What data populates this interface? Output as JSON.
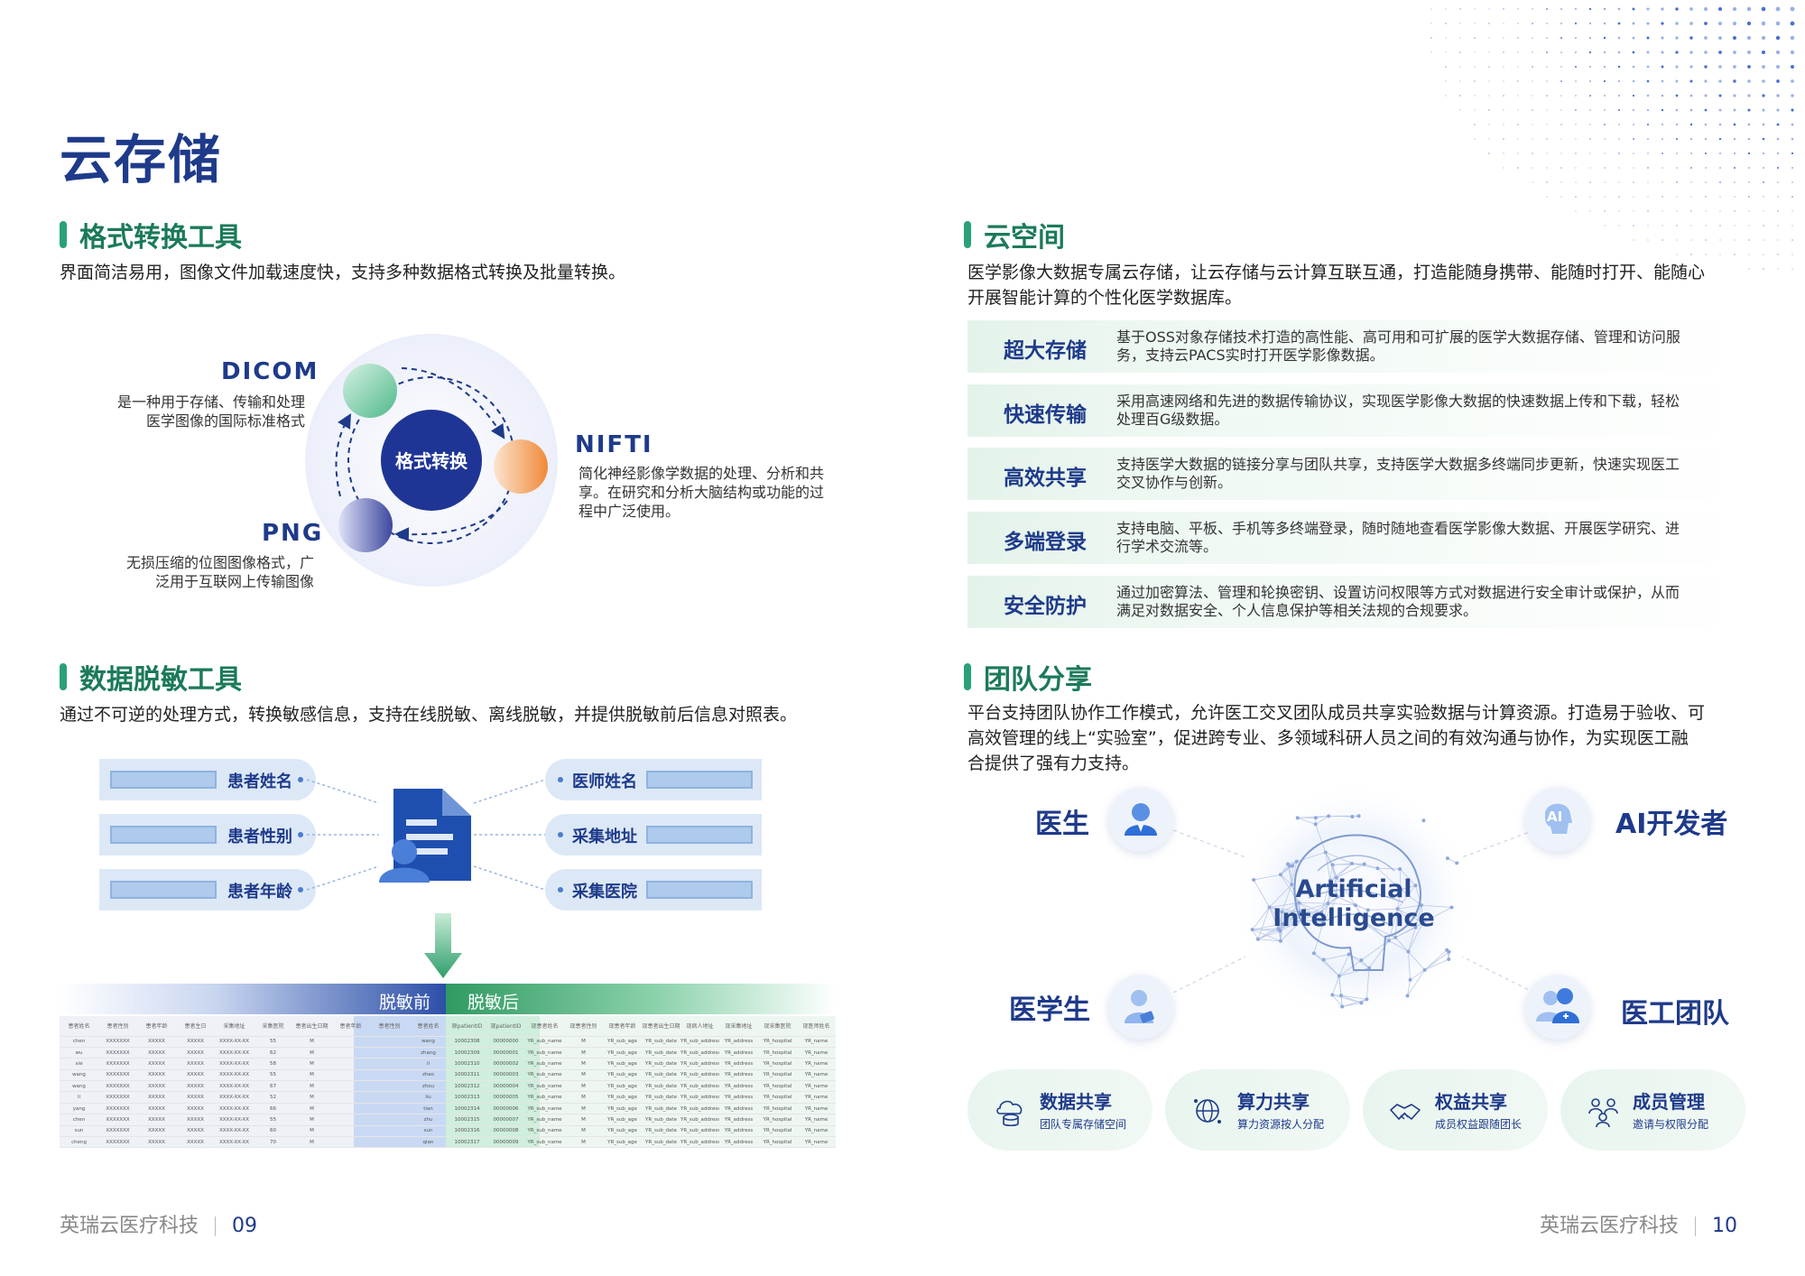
{
  "page_title": "云存储",
  "format_tool": {
    "title": "格式转换工具",
    "desc": "界面简洁易用，图像文件加载速度快，支持多种数据格式转换及批量转换。",
    "center_label": "格式转换",
    "formats": [
      {
        "name": "DICOM",
        "desc_lines": [
          "是一种用于存储、传输和处理",
          "医学图像的国际标准格式"
        ]
      },
      {
        "name": "NIFTI",
        "desc_lines": [
          "简化神经影像学数据的处理、分析和共",
          "享。在研究和分析大脑结构或功能的过",
          "程中广泛使用。"
        ]
      },
      {
        "name": "PNG",
        "desc_lines": [
          "无损压缩的位图图像格式，广",
          "泛用于互联网上传输图像"
        ]
      }
    ]
  },
  "deid_tool": {
    "title": "数据脱敏工具",
    "desc": "通过不可逆的处理方式，转换敏感信息，支持在线脱敏、离线脱敏，并提供脱敏前后信息对照表。",
    "left_fields": [
      "患者姓名",
      "患者性别",
      "患者年龄"
    ],
    "right_fields": [
      "医师姓名",
      "采集地址",
      "采集医院"
    ],
    "before_label": "脱敏前",
    "after_label": "脱敏后",
    "table_headers": [
      "患者姓名",
      "患者性别",
      "患者年龄",
      "患者生日",
      "采集地址",
      "采集医院",
      "患者出生日期",
      "患者年龄",
      "患者性别",
      "患者姓名",
      "原patientID",
      "现patientID",
      "现患者姓名",
      "现患者性别",
      "现患者年龄",
      "现患者出生日期",
      "现病人地址",
      "现采集地址",
      "现采集医院",
      "现医师姓名"
    ],
    "table_rows": [
      [
        "chen",
        "XXXXXXX",
        "XXXXX",
        "XXXXX",
        "XXXX-XX-XX",
        "55",
        "M",
        "wang",
        "10002308",
        "00000000",
        "YR_sub_name",
        "M",
        "YR_sub_age",
        "YR_sub_date",
        "YR_sub_address",
        "YR_address",
        "YR_hospital",
        "YR_name"
      ],
      [
        "wu",
        "XXXXXXX",
        "XXXXX",
        "XXXXX",
        "XXXX-XX-XX",
        "62",
        "M",
        "zhang",
        "10002309",
        "00000001",
        "YR_sub_name",
        "M",
        "YR_sub_age",
        "YR_sub_date",
        "YR_sub_address",
        "YR_address",
        "YR_hospital",
        "YR_name"
      ],
      [
        "xie",
        "XXXXXXX",
        "XXXXX",
        "XXXXX",
        "XXXX-XX-XX",
        "58",
        "M",
        "li",
        "10002310",
        "00000002",
        "YR_sub_name",
        "M",
        "YR_sub_age",
        "YR_sub_date",
        "YR_sub_address",
        "YR_address",
        "YR_hospital",
        "YR_name"
      ],
      [
        "wang",
        "XXXXXXX",
        "XXXXX",
        "XXXXX",
        "XXXX-XX-XX",
        "55",
        "M",
        "zhao",
        "10002311",
        "00000003",
        "YR_sub_name",
        "M",
        "YR_sub_age",
        "YR_sub_date",
        "YR_sub_address",
        "YR_address",
        "YR_hospital",
        "YR_name"
      ],
      [
        "wang",
        "XXXXXXX",
        "XXXXX",
        "XXXXX",
        "XXXX-XX-XX",
        "67",
        "M",
        "zhou",
        "10002312",
        "00000004",
        "YR_sub_name",
        "M",
        "YR_sub_age",
        "YR_sub_date",
        "YR_sub_address",
        "YR_address",
        "YR_hospital",
        "YR_name"
      ],
      [
        "li",
        "XXXXXXX",
        "XXXXX",
        "XXXXX",
        "XXXX-XX-XX",
        "52",
        "M",
        "liu",
        "10002313",
        "00000005",
        "YR_sub_name",
        "M",
        "YR_sub_age",
        "YR_sub_date",
        "YR_sub_address",
        "YR_address",
        "YR_hospital",
        "YR_name"
      ],
      [
        "yang",
        "XXXXXXX",
        "XXXXX",
        "XXXXX",
        "XXXX-XX-XX",
        "66",
        "M",
        "tian",
        "10002314",
        "00000006",
        "YR_sub_name",
        "M",
        "YR_sub_age",
        "YR_sub_date",
        "YR_sub_address",
        "YR_address",
        "YR_hospital",
        "YR_name"
      ],
      [
        "chen",
        "XXXXXXX",
        "XXXXX",
        "XXXXX",
        "XXXX-XX-XX",
        "55",
        "M",
        "zhu",
        "10002315",
        "00000007",
        "YR_sub_name",
        "M",
        "YR_sub_age",
        "YR_sub_date",
        "YR_sub_address",
        "YR_address",
        "YR_hospital",
        "YR_name"
      ],
      [
        "sun",
        "XXXXXXX",
        "XXXXX",
        "XXXXX",
        "XXXX-XX-XX",
        "60",
        "M",
        "sun",
        "10002316",
        "00000008",
        "YR_sub_name",
        "M",
        "YR_sub_age",
        "YR_sub_date",
        "YR_sub_address",
        "YR_address",
        "YR_hospital",
        "YR_name"
      ],
      [
        "cheng",
        "XXXXXXX",
        "XXXXX",
        "XXXXX",
        "XXXX-XX-XX",
        "70",
        "M",
        "qian",
        "10002317",
        "00000009",
        "YR_sub_name",
        "M",
        "YR_sub_age",
        "YR_sub_date",
        "YR_sub_address",
        "YR_address",
        "YR_hospital",
        "YR_name"
      ]
    ]
  },
  "cloud_space": {
    "title": "云空间",
    "desc_lines": [
      "医学影像大数据专属云存储，让云存储与云计算互联互通，打造能随身携带、能随时打开、能随心",
      "开展智能计算的个性化医学数据库。"
    ],
    "features": [
      {
        "name": "超大存储",
        "desc_lines": [
          "基于OSS对象存储技术打造的高性能、高可用和可扩展的医学大数据存储、管理和访问服",
          "务，支持云PACS实时打开医学影像数据。"
        ]
      },
      {
        "name": "快速传输",
        "desc_lines": [
          "采用高速网络和先进的数据传输协议，实现医学影像大数据的快速数据上传和下载，轻松",
          "处理百G级数据。"
        ]
      },
      {
        "name": "高效共享",
        "desc_lines": [
          "支持医学大数据的链接分享与团队共享，支持医学大数据多终端同步更新，快速实现医工",
          "交叉协作与创新。"
        ]
      },
      {
        "name": "多端登录",
        "desc_lines": [
          "支持电脑、平板、手机等多终端登录，随时随地查看医学影像大数据、开展医学研究、进",
          "行学术交流等。"
        ]
      },
      {
        "name": "安全防护",
        "desc_lines": [
          "通过加密算法、管理和轮换密钥、设置访问权限等方式对数据进行安全审计或保护，从而",
          "满足对数据安全、个人信息保护等相关法规的合规要求。"
        ]
      }
    ]
  },
  "team": {
    "title": "团队分享",
    "desc_lines": [
      "平台支持团队协作工作模式，允许医工交叉团队成员共享实验数据与计算资源。打造易于验收、可",
      "高效管理的线上“实验室”，促进跨专业、多领域科研人员之间的有效沟通与协作，为实现医工融",
      "合提供了强有力支持。"
    ],
    "roles": [
      "医生",
      "AI开发者",
      "医学生",
      "医工团队"
    ],
    "ai_badge": "AI",
    "center_lines": [
      "Artificial",
      "Intelligence"
    ],
    "cards": [
      {
        "title": "数据共享",
        "sub": "团队专属存储空间"
      },
      {
        "title": "算力共享",
        "sub": "算力资源按人分配"
      },
      {
        "title": "权益共享",
        "sub": "成员权益跟随团长"
      },
      {
        "title": "成员管理",
        "sub": "邀请与权限分配"
      }
    ]
  },
  "footer": {
    "left_brand": "英瑞云医疗科技",
    "left_page": "09",
    "right_brand": "英瑞云医疗科技",
    "right_page": "10"
  },
  "colors": {
    "brand_blue": "#1e3a8a",
    "green": "#2aa079",
    "dicom": "#6dc7a1",
    "nifti": "#f29a4f",
    "png": "#5a67c4"
  }
}
